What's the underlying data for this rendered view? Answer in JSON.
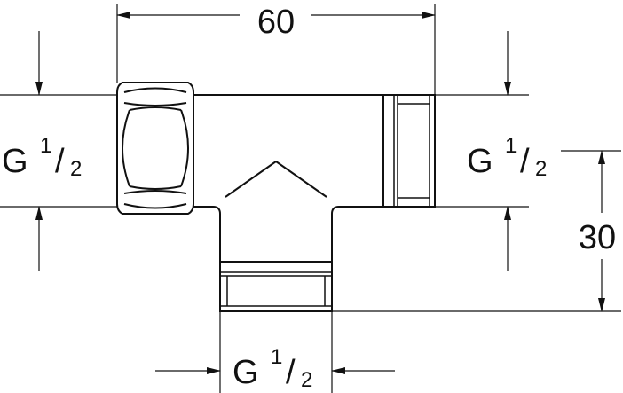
{
  "dimensions": {
    "width_label": "60",
    "height_label": "30"
  },
  "threads": {
    "left": {
      "letter": "G",
      "numerator": "1",
      "slash": "/",
      "denominator": "2"
    },
    "right": {
      "letter": "G",
      "numerator": "1",
      "slash": "/",
      "denominator": "2"
    },
    "bottom": {
      "letter": "G",
      "numerator": "1",
      "slash": "/",
      "denominator": "2"
    }
  },
  "colors": {
    "line": "#111111",
    "background": "#ffffff"
  }
}
